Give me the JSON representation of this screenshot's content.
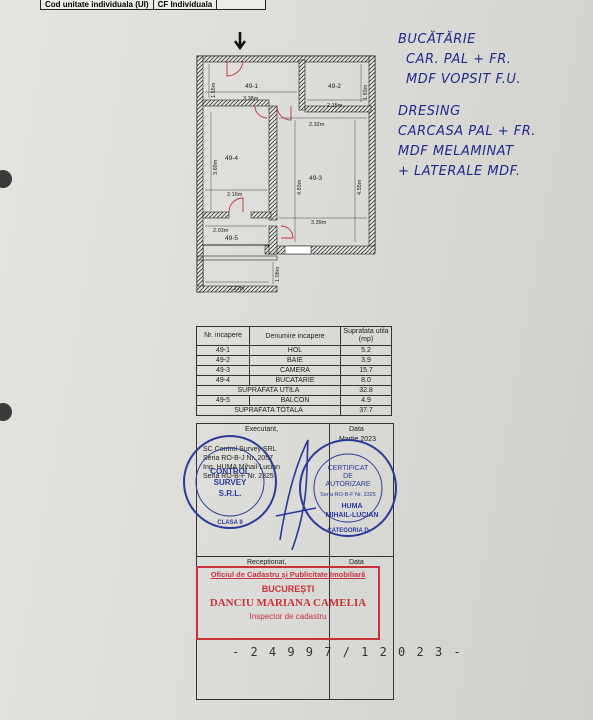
{
  "header": {
    "cell1": "Cod unitate individuala (UI)",
    "cell2": "CF Individuala"
  },
  "plan": {
    "rooms": [
      "49-1",
      "49-2",
      "49-3",
      "49-4",
      "49-5"
    ],
    "dims": [
      "3.38m",
      "1.55m",
      "1.83m",
      "2.15m",
      "2.32m",
      "3.69m",
      "4.83m",
      "4.55m",
      "2.16m",
      "3.39m",
      "2.03m",
      "2.22m",
      "1.08m"
    ]
  },
  "handwriting": {
    "lines": [
      "BUCĂTĂRIE",
      "CAR. PAL + FR.",
      "MDF VOPSIT F.U.",
      "DRESING",
      "CARCASA PAL + FR.",
      "MDF MELAMINAT",
      "+ LATERALE MDF."
    ]
  },
  "table": {
    "headers": [
      "Nr. incapere",
      "Denumire incapere",
      "Suprafata utila (mp)"
    ],
    "rows": [
      [
        "49-1",
        "HOL",
        "5.2"
      ],
      [
        "49-2",
        "BAIE",
        "3.9"
      ],
      [
        "49-3",
        "CAMERA",
        "15.7"
      ],
      [
        "49-4",
        "BUCATARIE",
        "8.0"
      ]
    ],
    "utila_label": "SUPRAFATA UTILA",
    "utila_value": "32.8",
    "balcon": [
      "49-5",
      "BALCON",
      "4.9"
    ],
    "totala_label": "SUPRAFATA TOTALA",
    "totala_value": "37.7"
  },
  "exec": {
    "label": "Executant,",
    "date_label": "Data",
    "date_value": "Martie 2023",
    "company": "SC Control Survey SRL",
    "serie1": "Seria RO-B-J Nr. 2057",
    "eng": "Ing. HUMA Mihail-Lucian",
    "serie2": "Seria RO-B-F Nr. 2325"
  },
  "stamp1": {
    "text1": "CONTROL",
    "text2": "SURVEY",
    "text3": "S.R.L.",
    "clasa": "CLASA II"
  },
  "stamp2": {
    "text1": "CERTIFICAT",
    "text2": "DE",
    "text3": "AUTORIZARE",
    "serie": "Seria RO-B-F Nr. 2325",
    "name1": "HUMA",
    "name2": "MIHAIL-LUCIAN",
    "cat": "CATEGORIA D"
  },
  "reception": {
    "label": "Receptionat,",
    "date_label": "Data",
    "office": "Oficiul de Cadastru și Publicitate Imobiliară",
    "city": "BUCUREȘTI",
    "name": "DANCIU MARIANA CAMELIA",
    "role": "Inspector de cadastru"
  },
  "registration": "- 2 4 9 9 7 / 1 2 0 2 3 -",
  "colors": {
    "ink_blue": "#1f2a8a",
    "stamp_blue": "#2a3a9a",
    "stamp_red": "#c8323a"
  }
}
